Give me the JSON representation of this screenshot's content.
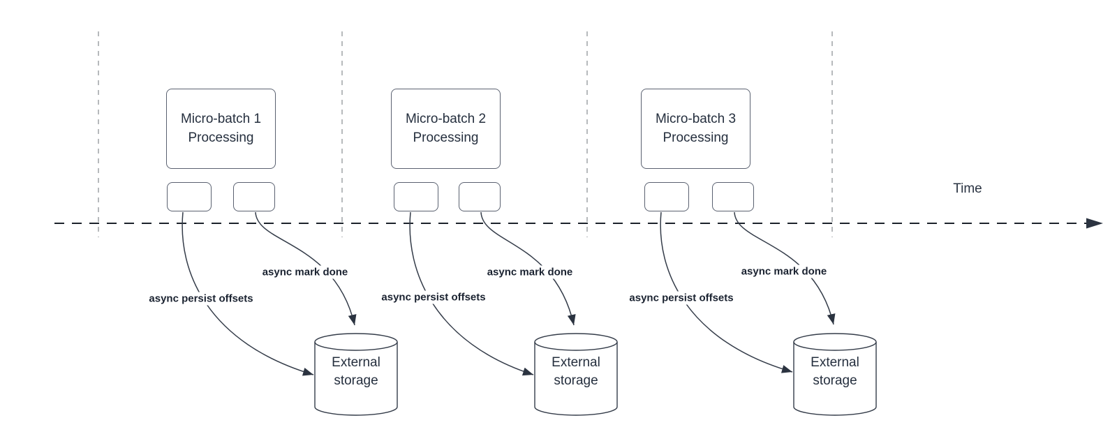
{
  "diagram": {
    "type": "micro-batch-timeline-flow",
    "time_axis_label": "Time",
    "batches": [
      {
        "name": "micro-batch-1",
        "box_label": "Micro-batch 1\nProcessing",
        "persist_arrow_label": "async persist offsets",
        "mark_done_arrow_label": "async mark done",
        "storage_label": "External\nstorage"
      },
      {
        "name": "micro-batch-2",
        "box_label": "Micro-batch 2\nProcessing",
        "persist_arrow_label": "async persist offsets",
        "mark_done_arrow_label": "async mark done",
        "storage_label": "External\nstorage"
      },
      {
        "name": "micro-batch-3",
        "box_label": "Micro-batch 3\nProcessing",
        "persist_arrow_label": "async persist offsets",
        "mark_done_arrow_label": "async mark done",
        "storage_label": "External\nstorage"
      }
    ]
  },
  "colors": {
    "background": "#ffffff",
    "stroke_dark": "#343c49",
    "arrowhead": "#2b3340",
    "guide_gray": "#a5a8ab",
    "node_border": "#5a6170",
    "text": "#252f3e",
    "label_text": "#1a2230"
  }
}
